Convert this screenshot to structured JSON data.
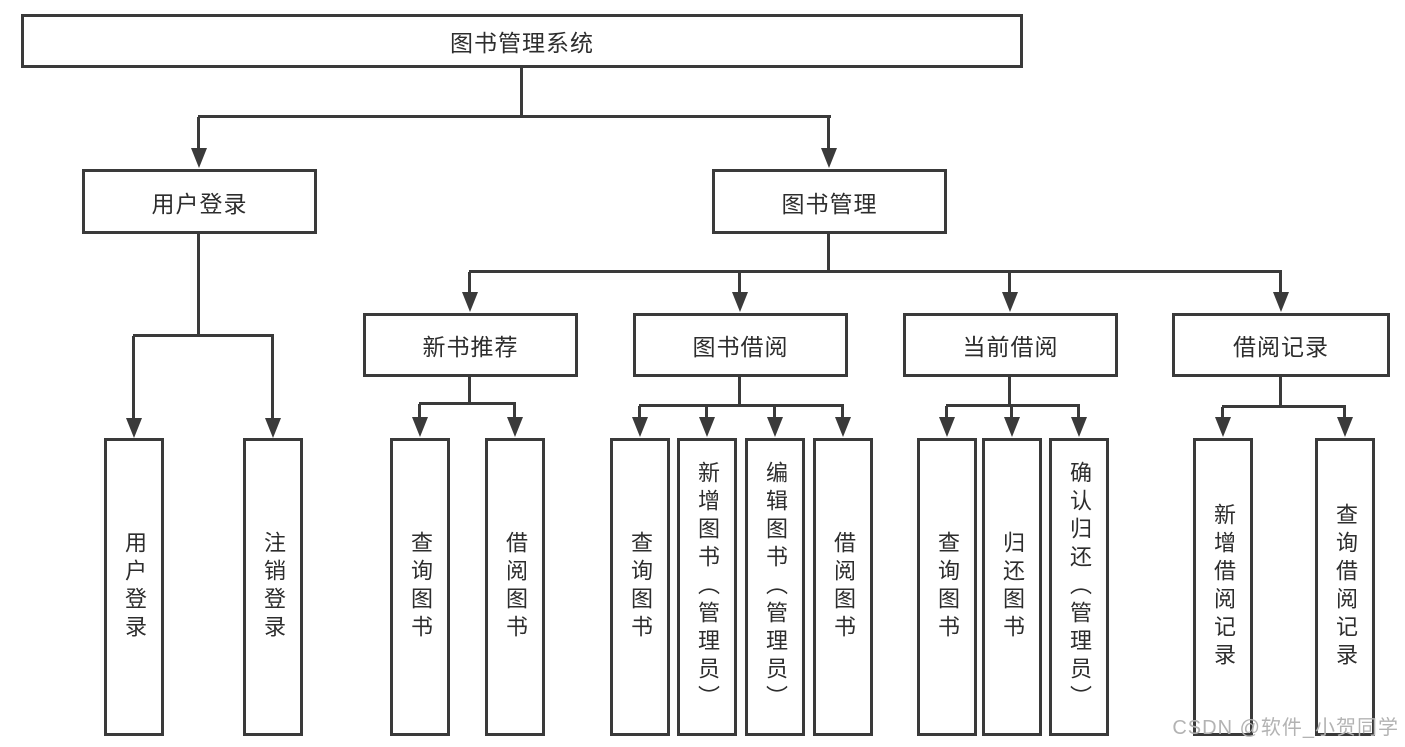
{
  "diagram_title": "图书管理系统",
  "tree": {
    "label": "图书管理系统",
    "children": [
      {
        "label": "用户登录",
        "children": [
          {
            "label": "用户登录"
          },
          {
            "label": "注销登录"
          }
        ]
      },
      {
        "label": "图书管理",
        "children": [
          {
            "label": "新书推荐",
            "children": [
              {
                "label": "查询图书"
              },
              {
                "label": "借阅图书"
              }
            ]
          },
          {
            "label": "图书借阅",
            "children": [
              {
                "label": "查询图书"
              },
              {
                "label": "新增图书（管理员）"
              },
              {
                "label": "编辑图书（管理员）"
              },
              {
                "label": "借阅图书"
              }
            ]
          },
          {
            "label": "当前借阅",
            "children": [
              {
                "label": "查询图书"
              },
              {
                "label": "归还图书"
              },
              {
                "label": "确认归还（管理员）"
              }
            ]
          },
          {
            "label": "借阅记录",
            "children": [
              {
                "label": "新增借阅记录"
              },
              {
                "label": "查询借阅记录"
              }
            ]
          }
        ]
      }
    ]
  },
  "watermark": {
    "text": "CSDN @软件_小贺同学"
  },
  "colors": {
    "line": "#3a3a3a",
    "text": "#2d2d2d",
    "background": "#ffffff",
    "watermark": "#b3b3b3"
  }
}
